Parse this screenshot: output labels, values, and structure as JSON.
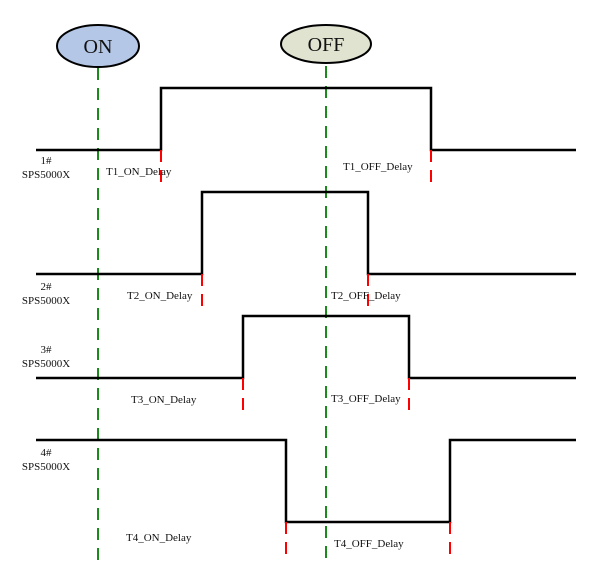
{
  "triggers": [
    {
      "id": "on",
      "label": "ON",
      "fill": "#b4c7e7"
    },
    {
      "id": "off",
      "label": "OFF",
      "fill": "#dfe3d0"
    }
  ],
  "colors": {
    "signal": "#000000",
    "trigger_line": "#1a8a1a",
    "delay_marker": "#ff0000"
  },
  "channels": [
    {
      "number": "1#",
      "model": "SPS5000X",
      "on_delay_label": "T1_ON_Delay",
      "off_delay_label": "T1_OFF_Delay",
      "polarity": "high"
    },
    {
      "number": "2#",
      "model": "SPS5000X",
      "on_delay_label": "T2_ON_Delay",
      "off_delay_label": "T2_OFF_Delay",
      "polarity": "high"
    },
    {
      "number": "3#",
      "model": "SPS5000X",
      "on_delay_label": "T3_ON_Delay",
      "off_delay_label": "T3_OFF_Delay",
      "polarity": "high"
    },
    {
      "number": "4#",
      "model": "SPS5000X",
      "on_delay_label": "T4_ON_Delay",
      "off_delay_label": "T4_OFF_Delay",
      "polarity": "low"
    }
  ]
}
